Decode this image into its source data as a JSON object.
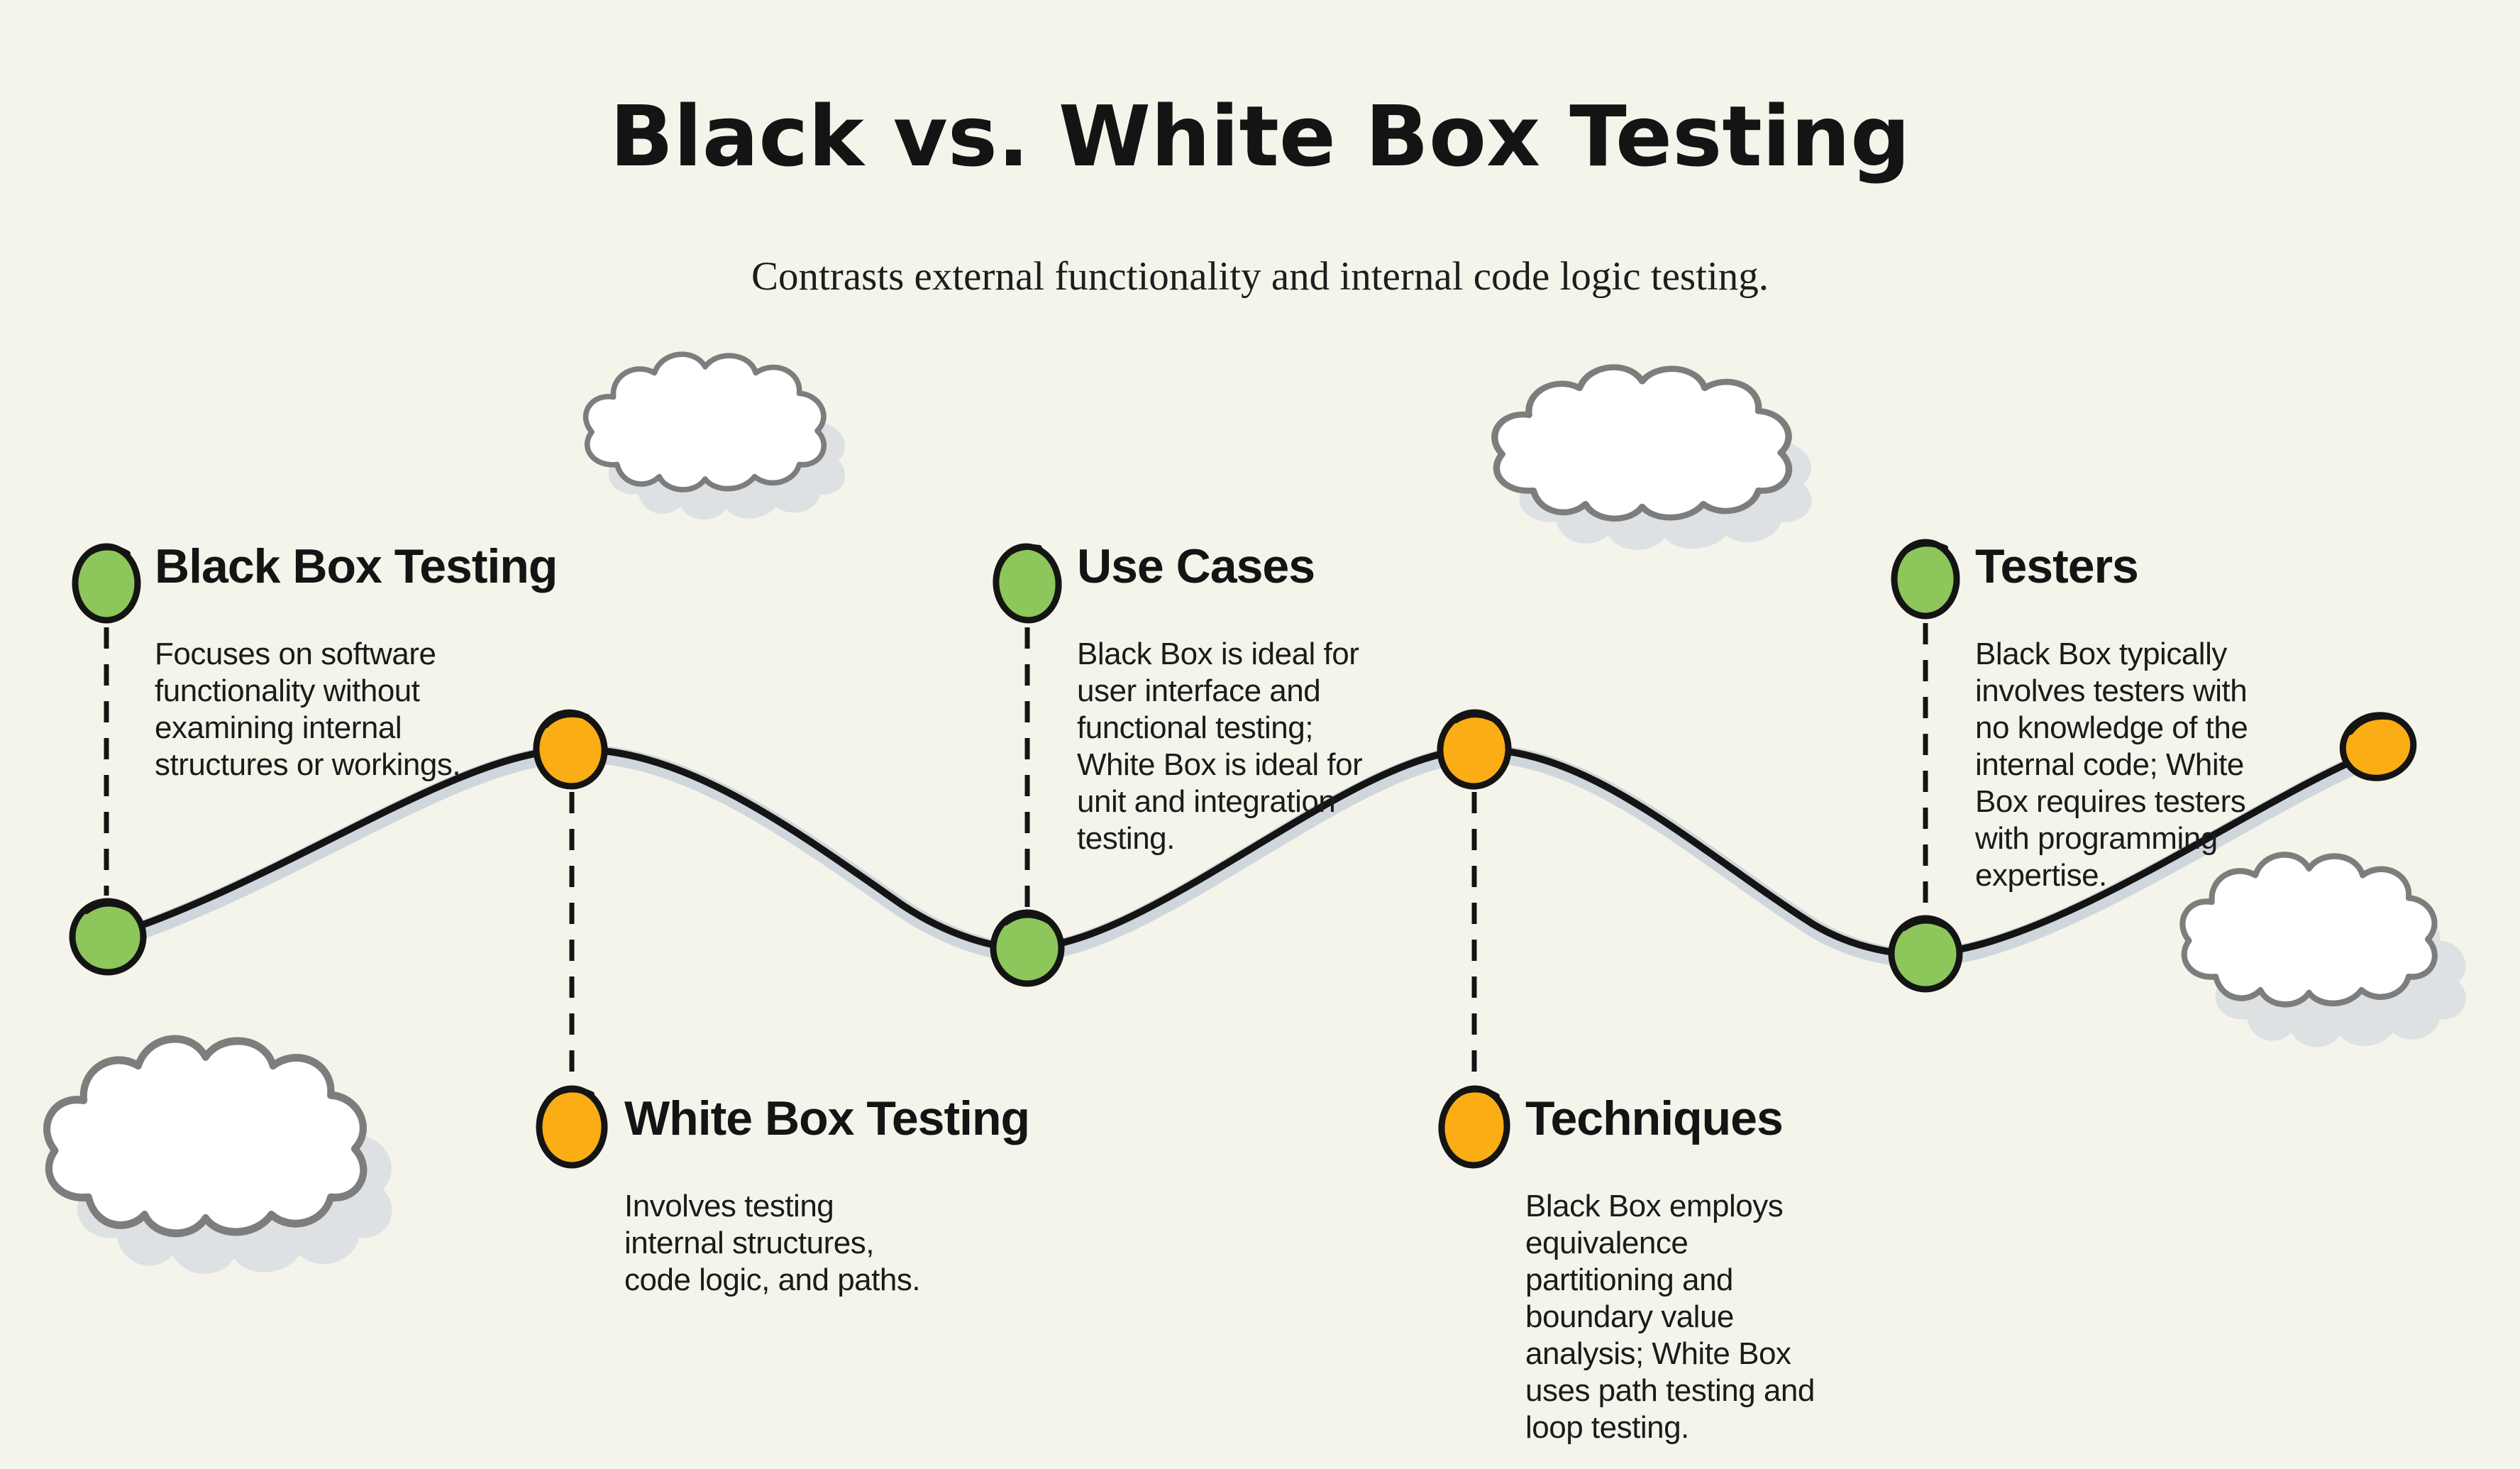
{
  "header": {
    "title": "Black vs. White Box Testing",
    "subtitle": "Contrasts external functionality and internal code logic testing."
  },
  "sections": [
    {
      "id": "black-box-testing",
      "title": "Black Box Testing",
      "body": "Focuses on software\nfunctionality without\nexamining internal\nstructures or workings.",
      "node_color": "green",
      "position": "top"
    },
    {
      "id": "white-box-testing",
      "title": "White Box Testing",
      "body": "Involves testing\ninternal structures,\ncode logic, and paths.",
      "node_color": "orange",
      "position": "bottom"
    },
    {
      "id": "use-cases",
      "title": "Use Cases",
      "body": "Black Box is ideal for\nuser interface and\nfunctional testing;\nWhite Box is ideal for\nunit and integration\ntesting.",
      "node_color": "green",
      "position": "top"
    },
    {
      "id": "techniques",
      "title": "Techniques",
      "body": "Black Box employs\nequivalence\npartitioning and\nboundary value\nanalysis; White Box\nuses path testing and\nloop testing.",
      "node_color": "orange",
      "position": "bottom"
    },
    {
      "id": "testers",
      "title": "Testers",
      "body": "Black Box typically\ninvolves testers with\nno knowledge of the\ninternal code; White\nBox requires testers\nwith programming\nexpertise.",
      "node_color": "green",
      "position": "top"
    }
  ],
  "colors": {
    "background": "#F5F4EB",
    "green": "#8DC65A",
    "orange": "#FAAD14",
    "line": "#141414",
    "line_shadow": "#CFD7DC",
    "cloud_fill": "#FFFFFF",
    "cloud_outline": "#7D7D7D",
    "cloud_shadow": "#DDE1E3",
    "text": "#141414"
  }
}
